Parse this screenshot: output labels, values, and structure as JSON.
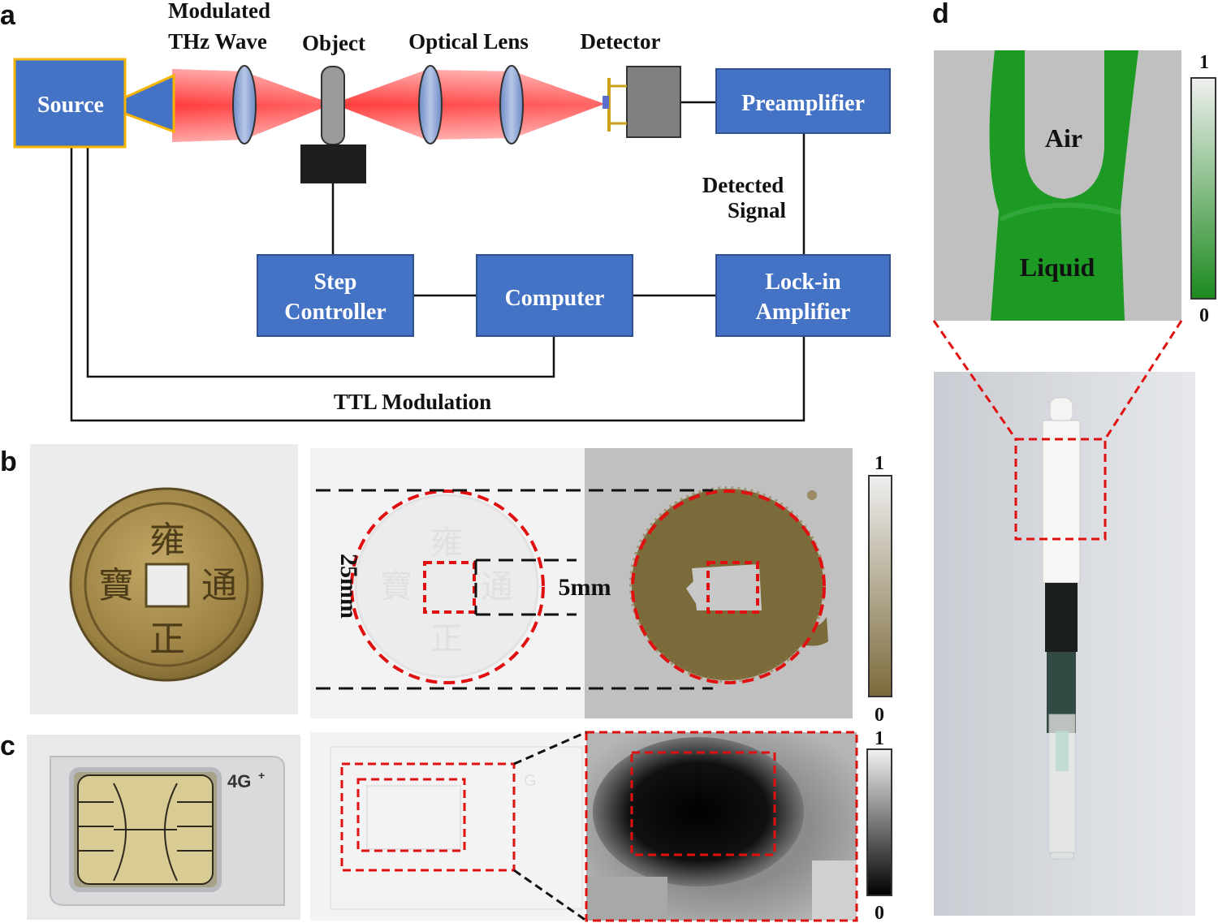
{
  "panels": {
    "a": "a",
    "b": "b",
    "c": "c",
    "d": "d"
  },
  "setup": {
    "source": "Source",
    "modulated": "Modulated",
    "thz_wave": "THz Wave",
    "object": "Object",
    "optical_lens": "Optical Lens",
    "detector": "Detector",
    "preamplifier": "Preamplifier",
    "detected": "Detected",
    "signal": "Signal",
    "step": "Step",
    "controller": "Controller",
    "computer": "Computer",
    "lockin": "Lock-in",
    "amplifier": "Amplifier",
    "ttl": "TTL Modulation"
  },
  "coin": {
    "chars": [
      "雍",
      "正",
      "寶",
      "通"
    ],
    "dim_25": "25mm",
    "dim_5": "5mm",
    "scale_max": "1",
    "scale_min": "0",
    "color_high": "#efefef",
    "color_low": "#7b6a3a"
  },
  "sim": {
    "label": "4G",
    "sup": "+",
    "label_faint": "G",
    "scale_max": "1",
    "scale_min": "0"
  },
  "pen": {
    "air": "Air",
    "liquid": "Liquid",
    "scale_max": "1",
    "scale_min": "0",
    "liquid_color": "#1c9a24"
  },
  "colors": {
    "box": "#4472c4",
    "box_border": "#f5b400",
    "beam": "#ff2a2a",
    "dash": "#e01010"
  }
}
